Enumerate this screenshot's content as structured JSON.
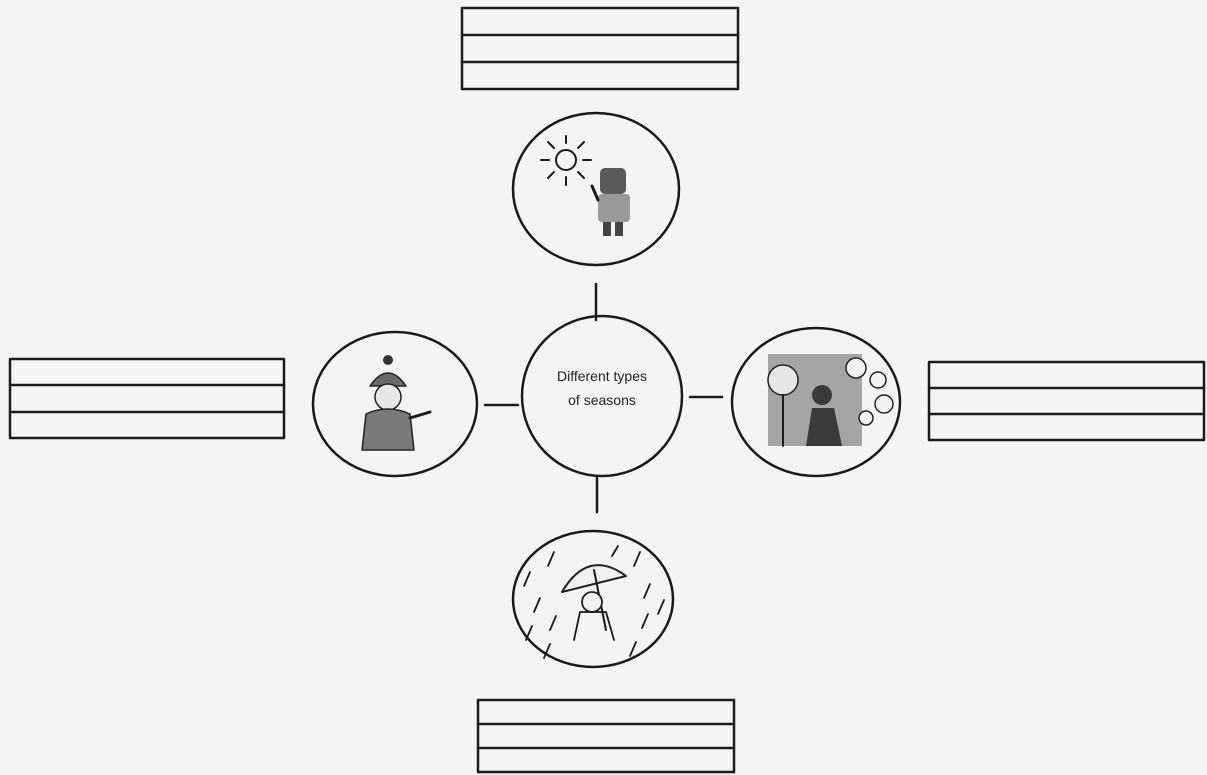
{
  "diagram": {
    "center_label": [
      "Different types",
      "of  seasons"
    ],
    "answer_box_rows": 3,
    "seasons": [
      {
        "icon": "summer-icon",
        "position": "top"
      },
      {
        "icon": "winter-icon",
        "position": "left"
      },
      {
        "icon": "spring-icon",
        "position": "right"
      },
      {
        "icon": "rainy-icon",
        "position": "bottom"
      }
    ],
    "colors": {
      "stroke": "#1a1a1a",
      "background": "#f4f4f2"
    }
  }
}
